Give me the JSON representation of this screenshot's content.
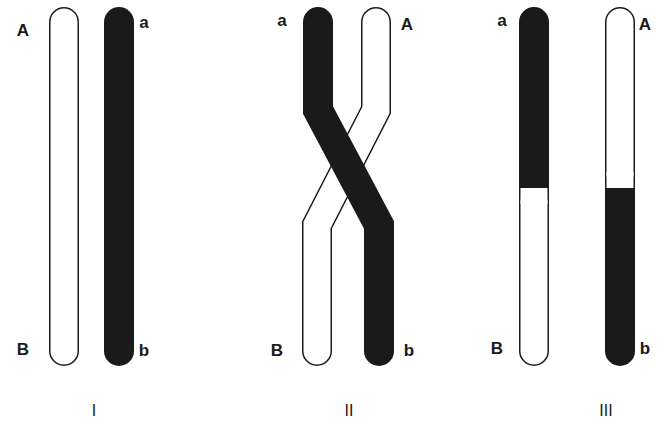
{
  "diagram": {
    "labels": [
      "A",
      "a",
      "a",
      "A",
      "a",
      "A",
      "B",
      "b",
      "B",
      "b",
      "B",
      "b",
      "I",
      "II",
      "III"
    ]
  }
}
